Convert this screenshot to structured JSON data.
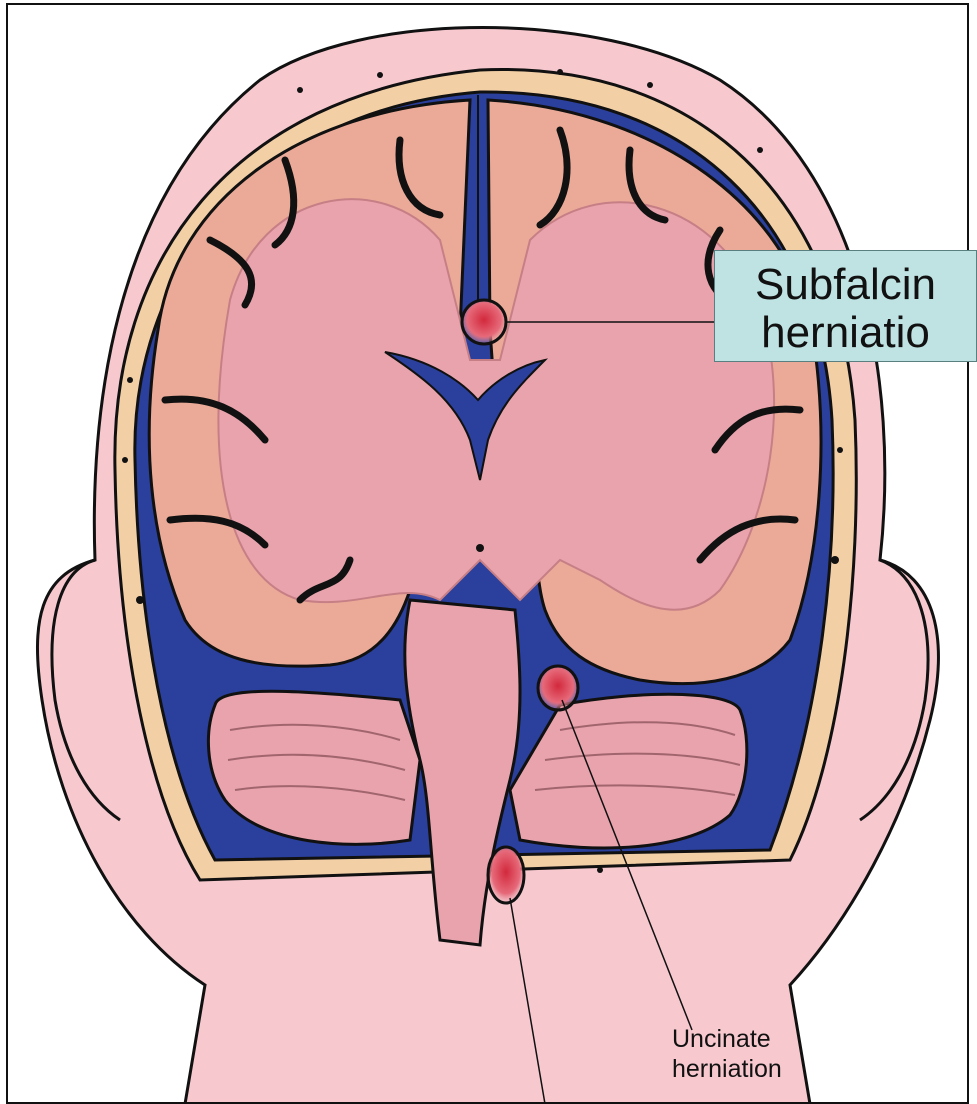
{
  "labels": {
    "subfalcine_line1": "Subfalcin",
    "subfalcine_line2": "herniatio",
    "uncinate_line1": "Uncinate",
    "uncinate_line2": "herniation"
  },
  "colors": {
    "skin": "#f7c9cf",
    "skull": "#f3cfa6",
    "csf": "#2b3f9c",
    "cortex": "#ebaa98",
    "white_matter": "#e9a3ad",
    "herniation": "#d2293c",
    "callout_bg": "#bfe3e3"
  }
}
